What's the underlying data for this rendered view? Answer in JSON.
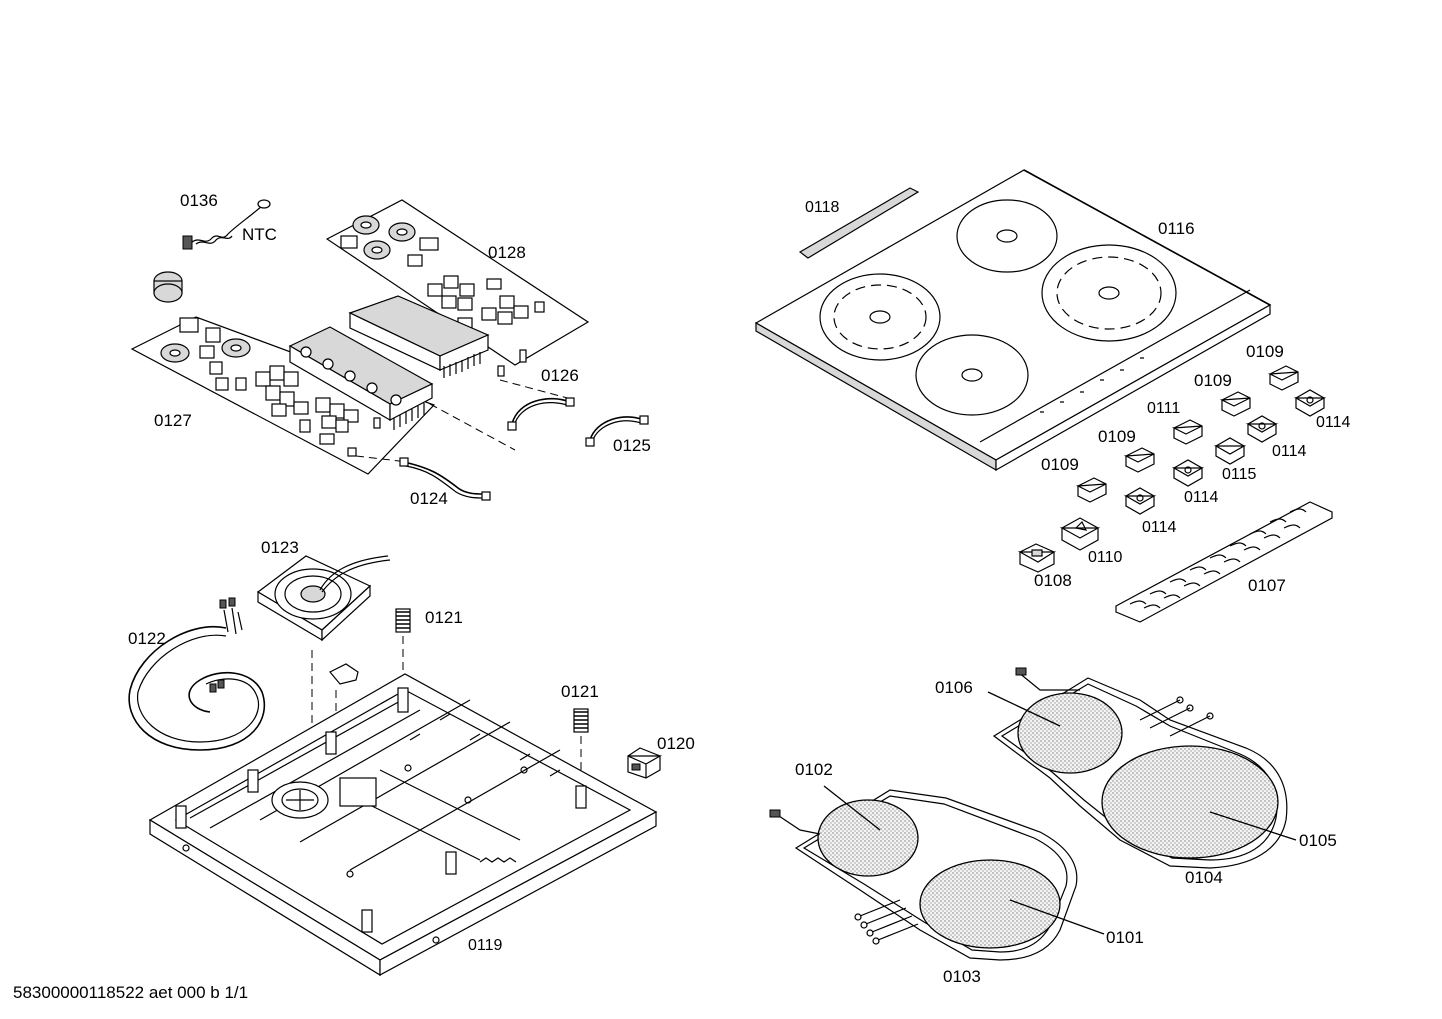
{
  "labels": {
    "l0136": "0136",
    "ntc": "NTC",
    "l0128": "0128",
    "l0127": "0127",
    "l0126": "0126",
    "l0125": "0125",
    "l0124": "0124",
    "l0118": "0118",
    "l0116": "0116",
    "l0109a": "0109",
    "l0109b": "0109",
    "l0109c": "0109",
    "l0109d": "0109",
    "l0111": "0111",
    "l0114a": "0114",
    "l0114b": "0114",
    "l0114c": "0114",
    "l0114d": "0114",
    "l0115": "0115",
    "l0110": "0110",
    "l0108": "0108",
    "l0107": "0107",
    "l0123": "0123",
    "l0121a": "0121",
    "l0121b": "0121",
    "l0122": "0122",
    "l0120": "0120",
    "l0119": "0119",
    "l0106": "0106",
    "l0102": "0102",
    "l0105": "0105",
    "l0104": "0104",
    "l0101": "0101",
    "l0103": "0103"
  },
  "footer": "58300000118522 aet 000 b 1/1"
}
